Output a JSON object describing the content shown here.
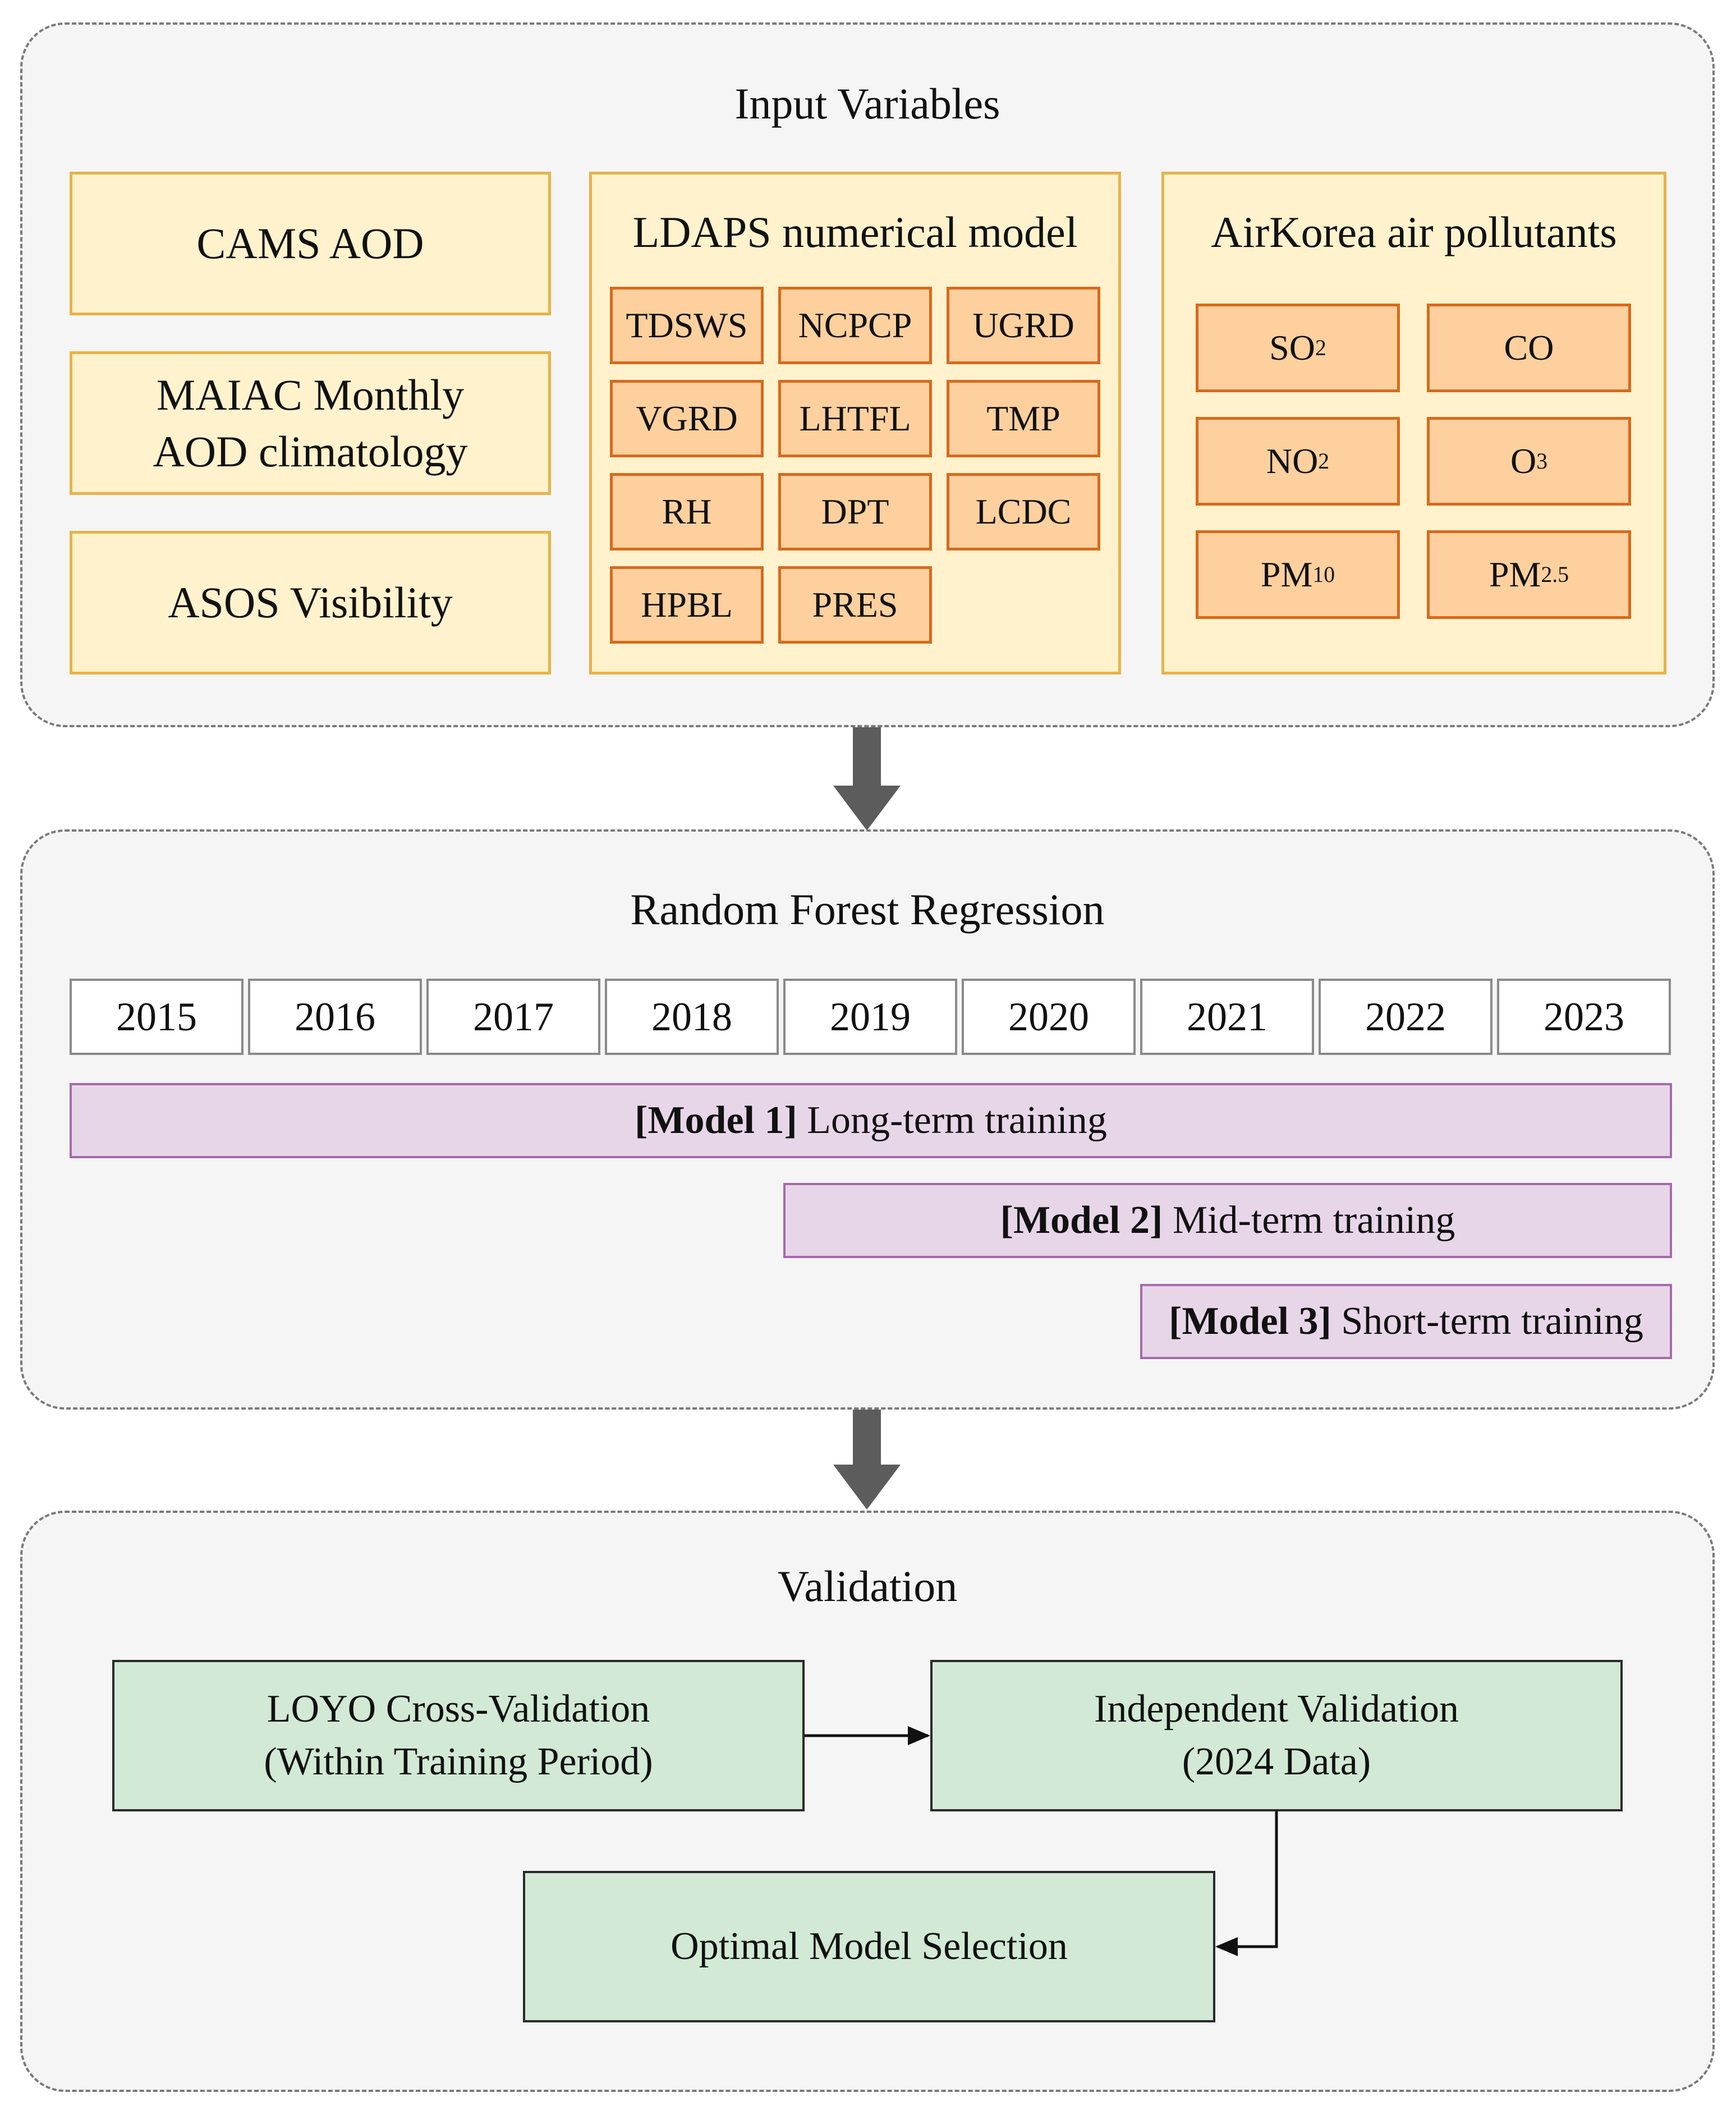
{
  "input_panel": {
    "title": "Input Variables",
    "cams": "CAMS AOD",
    "maiac_line1": "MAIAC Monthly",
    "maiac_line2": "AOD climatology",
    "asos": "ASOS Visibility",
    "ldaps_title": "LDAPS numerical model",
    "ldaps_vars": [
      "TDSWS",
      "NCPCP",
      "UGRD",
      "VGRD",
      "LHTFL",
      "TMP",
      "RH",
      "DPT",
      "LCDC",
      "HPBL",
      "PRES"
    ],
    "airkorea_title": "AirKorea air pollutants",
    "pollutants": [
      {
        "base": "SO",
        "sub": "2"
      },
      {
        "base": "CO",
        "sub": ""
      },
      {
        "base": "NO",
        "sub": "2"
      },
      {
        "base": "O",
        "sub": "3"
      },
      {
        "base": "PM",
        "sub": "10"
      },
      {
        "base": "PM",
        "sub": "2.5"
      }
    ]
  },
  "rf_panel": {
    "title": "Random Forest Regression",
    "years": [
      "2015",
      "2016",
      "2017",
      "2018",
      "2019",
      "2020",
      "2021",
      "2022",
      "2023"
    ],
    "models": [
      {
        "tag": "[Model 1]",
        "label": " Long-term training"
      },
      {
        "tag": "[Model 2]",
        "label": " Mid-term training"
      },
      {
        "tag": "[Model 3]",
        "label": " Short-term training"
      }
    ]
  },
  "validation_panel": {
    "title": "Validation",
    "loyo_line1": "LOYO Cross-Validation",
    "loyo_line2": "(Within Training Period)",
    "indep_line1": "Independent Validation",
    "indep_line2": "(2024 Data)",
    "optimal": "Optimal Model Selection"
  },
  "colors": {
    "panel_bg": "#f5f5f5",
    "input_box": "#fff2cc",
    "variable_box": "#fdd09e",
    "model_bar": "#e7d6e8",
    "validation_box": "#d1e9d5",
    "arrow": "#5c5c5c"
  }
}
